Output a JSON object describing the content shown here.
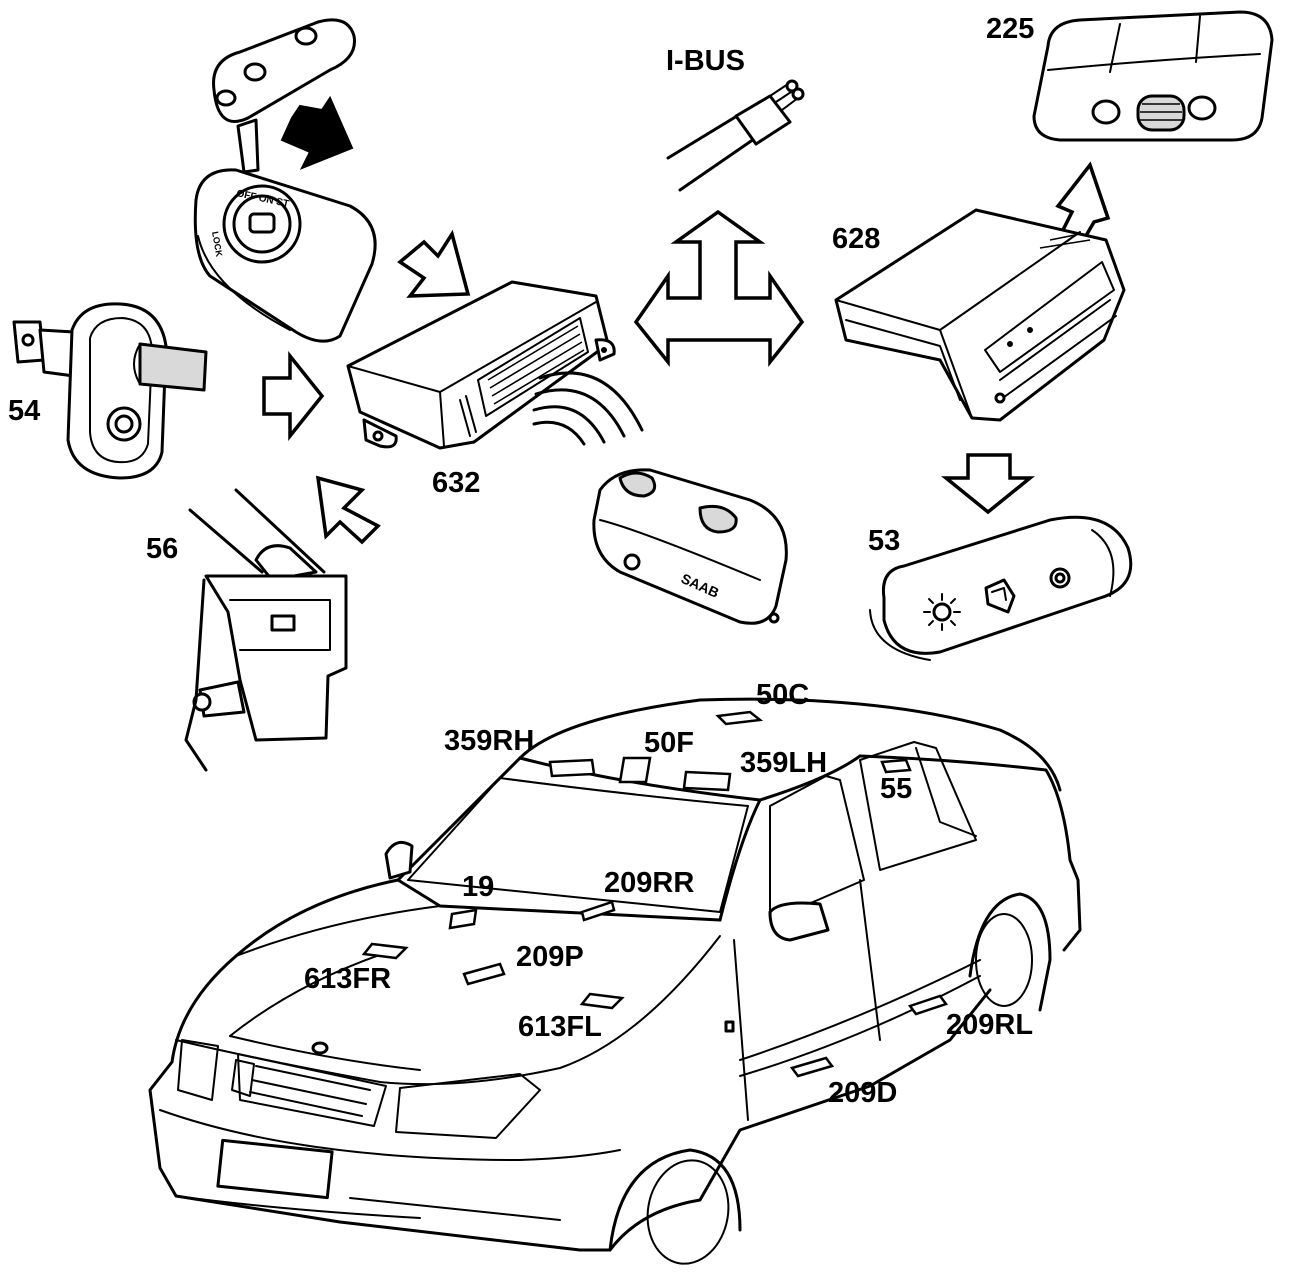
{
  "labels": {
    "i_bus": "I-BUS",
    "n225": "225",
    "n628": "628",
    "n632": "632",
    "n54": "54",
    "n56": "56",
    "n53": "53",
    "n50c": "50C",
    "n359rh": "359RH",
    "n50f": "50F",
    "n359lh": "359LH",
    "n55": "55",
    "n19": "19",
    "n209rr": "209RR",
    "n209p": "209P",
    "n613fr": "613FR",
    "n613fl": "613FL",
    "n209rl": "209RL",
    "n209d": "209D"
  },
  "ignition_lock_text": "OFF ON ST",
  "ignition_lock_side_text": "LOCK",
  "remote_fob_brand": "SAAB"
}
